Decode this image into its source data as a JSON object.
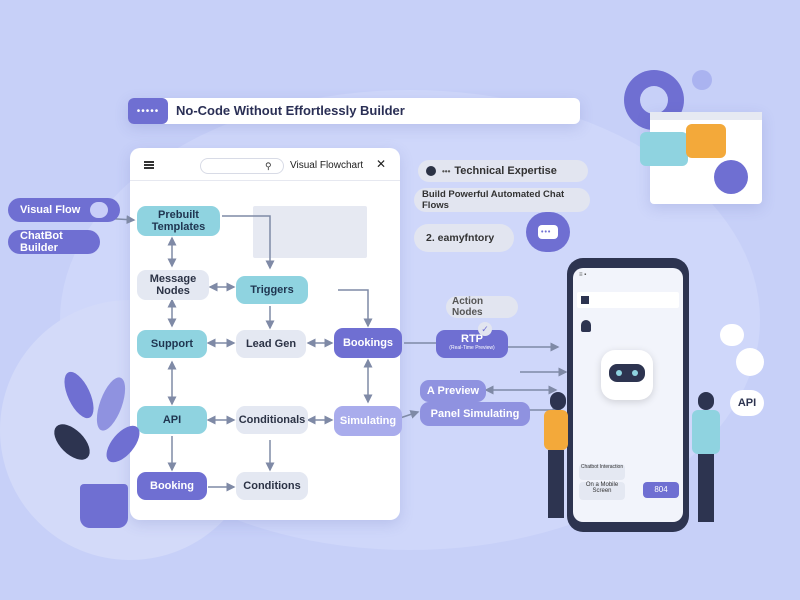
{
  "header": {
    "title": "No-Code Without Effortlessly Builder",
    "dots": "•••••"
  },
  "panel": {
    "title": "Visual Flowchart",
    "close": "✕"
  },
  "left_tags": [
    "Visual Flow",
    "ChatBot Builder"
  ],
  "nodes": {
    "prebuilt": "Prebuilt Templates",
    "message": "Message Nodes",
    "triggers": "Triggers",
    "support": "Support",
    "leadgen": "Lead Gen",
    "bookings": "Bookings",
    "api": "API",
    "conditionals": "Conditionals",
    "simulating": "Simulating",
    "booking": "Booking",
    "conditions": "Conditions"
  },
  "right": {
    "technical": "Technical Expertise",
    "technical_dots": "•••",
    "build": "Build Powerful Automated Chat Flows",
    "easy": "2. eamyfntory",
    "action": "Action Nodes",
    "rtp": "RTP",
    "rtp_sub": "(Real-Time Preview)",
    "preview": "A Preview",
    "panel_sim": "Panel Simulating"
  },
  "phone": {
    "chat1": "Chatbot Interaction",
    "chat2": "On a Mobile Screen",
    "code": "804"
  },
  "api_bubble": "API",
  "colors": {
    "background": "#c7d0f8",
    "accent": "#6f6fd2",
    "teal": "#8fd3e0"
  }
}
